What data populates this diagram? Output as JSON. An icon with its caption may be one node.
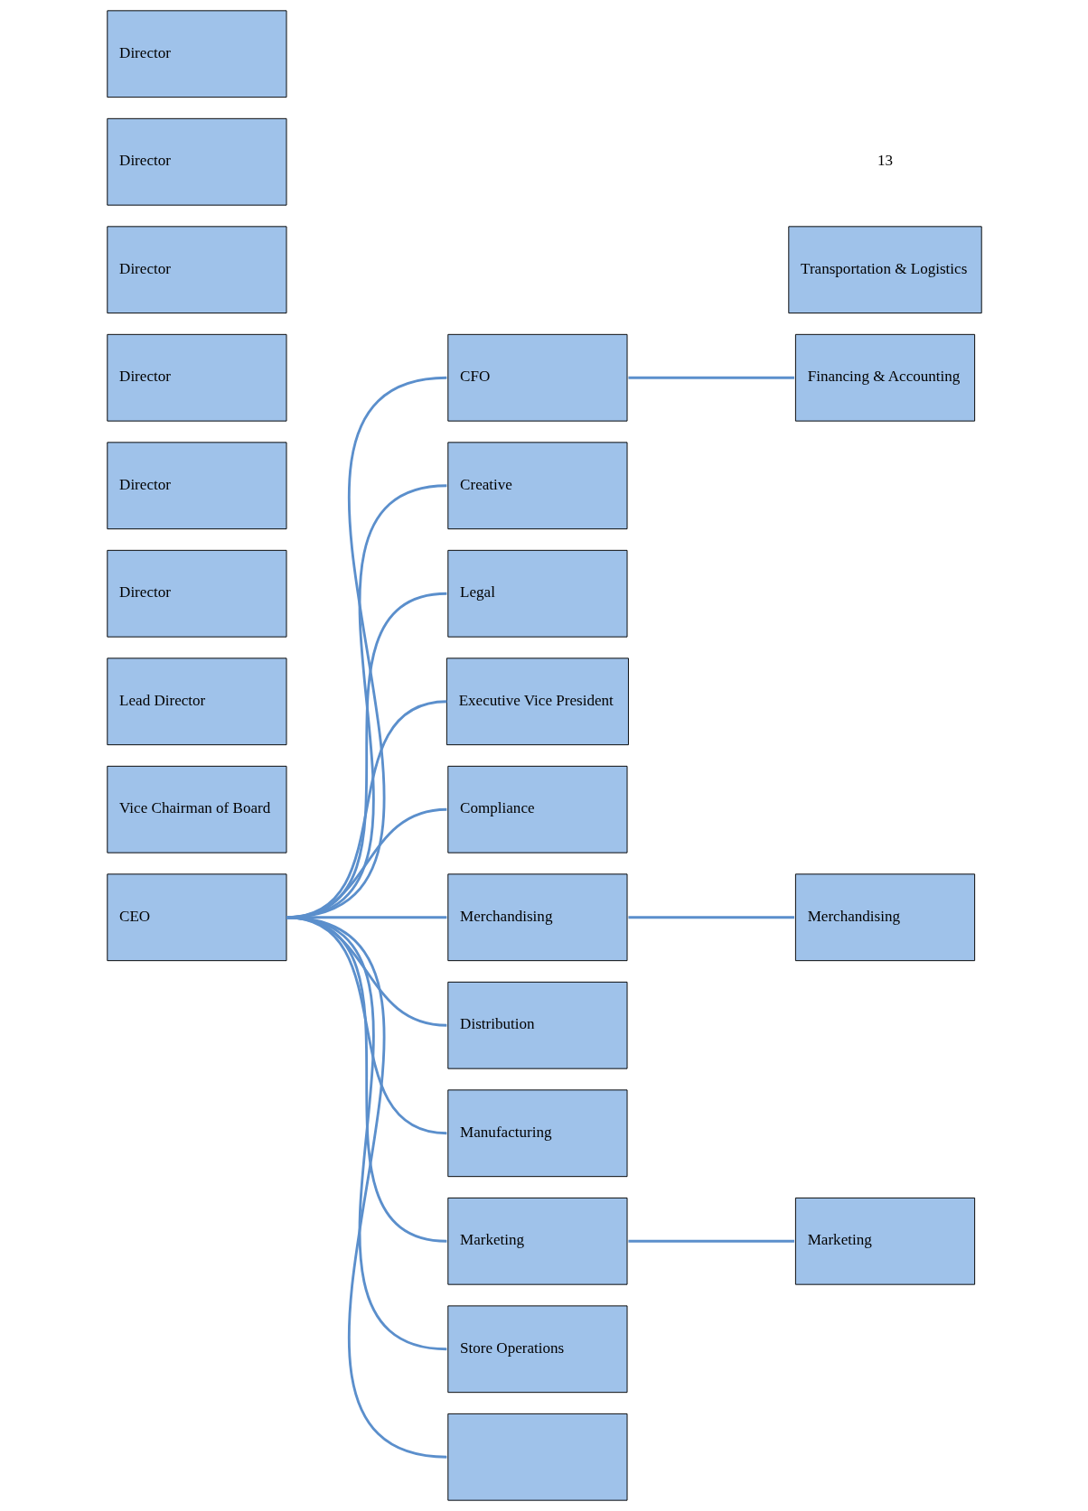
{
  "diagram": {
    "nodes": [
      {
        "text": [
          "CEO"
        ]
      },
      {
        "text": [
          "Vice Chairman of Board"
        ]
      },
      {
        "text": [
          "Lead Director"
        ]
      },
      {
        "text": [
          "Director"
        ]
      },
      {
        "text": [
          "Director"
        ]
      },
      {
        "text": [
          "Director"
        ]
      },
      {
        "text": [
          "Director"
        ]
      },
      {
        "text": [
          "Director"
        ]
      },
      {
        "text": [
          "Director"
        ]
      },
      {
        "text": [
          "CFO"
        ]
      },
      {
        "text": [
          "Creative"
        ]
      },
      {
        "text": [
          "Legal"
        ]
      },
      {
        "text": [
          "Executive Vice President"
        ]
      },
      {
        "text": [
          "Compliance"
        ]
      },
      {
        "text": [
          "Merchandising"
        ]
      },
      {
        "text": [
          "Distribution"
        ]
      },
      {
        "text": [
          "Manufacturing"
        ]
      },
      {
        "text": [
          "Marketing"
        ]
      },
      {
        "text": [
          "Store Operations"
        ]
      },
      {
        "text": [],
        "shape": "box"
      },
      {
        "text": [
          "Financing & Accounting"
        ]
      },
      {
        "text": [
          "Merchandising"
        ]
      },
      {
        "text": [
          "Marketing"
        ]
      },
      {
        "text": [
          "Transportation & Logistics"
        ]
      }
    ],
    "edges": [
      {
        "from": 0,
        "to": 9,
        "arrow": "none"
      },
      {
        "from": 0,
        "to": 10,
        "arrow": "none"
      },
      {
        "from": 0,
        "to": 11,
        "arrow": "none"
      },
      {
        "from": 0,
        "to": 12,
        "arrow": "none"
      },
      {
        "from": 0,
        "to": 13,
        "arrow": "none"
      },
      {
        "from": 0,
        "to": 14,
        "arrow": "none"
      },
      {
        "from": 0,
        "to": 15,
        "arrow": "none"
      },
      {
        "from": 0,
        "to": 16,
        "arrow": "none"
      },
      {
        "from": 0,
        "to": 17,
        "arrow": "none"
      },
      {
        "from": 0,
        "to": 18,
        "arrow": "none"
      },
      {
        "from": 0,
        "to": 19,
        "arrow": "none"
      },
      {
        "from": 9,
        "to": 20,
        "arrow": "none"
      },
      {
        "from": 14,
        "to": 21,
        "arrow": "none"
      },
      {
        "from": 17,
        "to": 22,
        "arrow": "none"
      }
    ],
    "labels": [
      "13"
    ]
  }
}
